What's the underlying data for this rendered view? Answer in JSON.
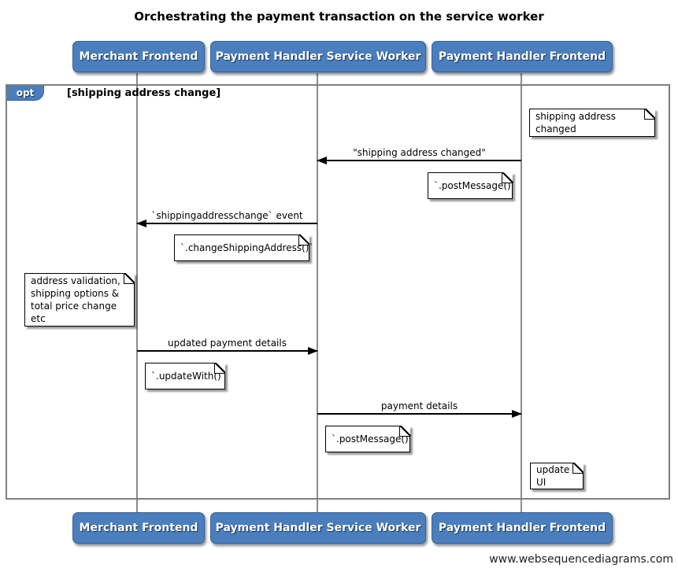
{
  "title": "Orchestrating the payment transaction on the service worker",
  "watermark": "www.websequencediagrams.com",
  "colors": {
    "actor_fill": "#4a7ebc",
    "actor_border": "#36619e",
    "actor_text": "#ffffff",
    "frame_border": "#7f7f7f",
    "lifeline": "#8a8a8a",
    "note_fill": "#ffffff",
    "note_border": "#000000",
    "arrow": "#000000"
  },
  "actors": [
    {
      "label": "Merchant Frontend"
    },
    {
      "label": "Payment Handler Service Worker"
    },
    {
      "label": "Payment Handler Frontend"
    }
  ],
  "fragment": {
    "operator": "opt",
    "guard": "[shipping address change]"
  },
  "messages": [
    {
      "label": "\"shipping address changed\"",
      "from": "Payment Handler Frontend",
      "to": "Payment Handler Service Worker",
      "direction": "left"
    },
    {
      "label": "`shippingaddresschange` event",
      "from": "Payment Handler Service Worker",
      "to": "Merchant Frontend",
      "direction": "left"
    },
    {
      "label": "updated payment details",
      "from": "Merchant Frontend",
      "to": "Payment Handler Service Worker",
      "direction": "right"
    },
    {
      "label": "payment details",
      "from": "Payment Handler Service Worker",
      "to": "Payment Handler Frontend",
      "direction": "right"
    }
  ],
  "notes": [
    {
      "text": "shipping address changed",
      "over": "Payment Handler Frontend"
    },
    {
      "text": "`.postMessage()`",
      "over": "Payment Handler Service Worker / Payment Handler Frontend"
    },
    {
      "text": "`.changeShippingAddress()`",
      "over": "Merchant Frontend / Payment Handler Service Worker"
    },
    {
      "text": "address validation,\nshipping options &\ntotal price change etc",
      "over": "Merchant Frontend"
    },
    {
      "text": "`.updateWith()`",
      "over": "Merchant Frontend / Payment Handler Service Worker"
    },
    {
      "text": "`.postMessage()`",
      "over": "Payment Handler Service Worker / Payment Handler Frontend"
    },
    {
      "text": "update UI",
      "over": "Payment Handler Frontend"
    }
  ]
}
